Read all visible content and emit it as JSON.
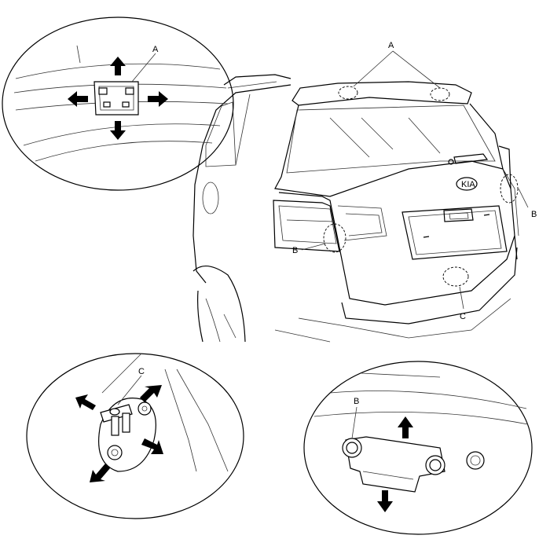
{
  "labels": {
    "a_main": "A",
    "a_detail": "A",
    "b_left": "B",
    "b_right": "B",
    "b_detail": "B",
    "c_main": "C",
    "c_detail": "C"
  },
  "colors": {
    "line": "#000000",
    "background": "#ffffff"
  }
}
